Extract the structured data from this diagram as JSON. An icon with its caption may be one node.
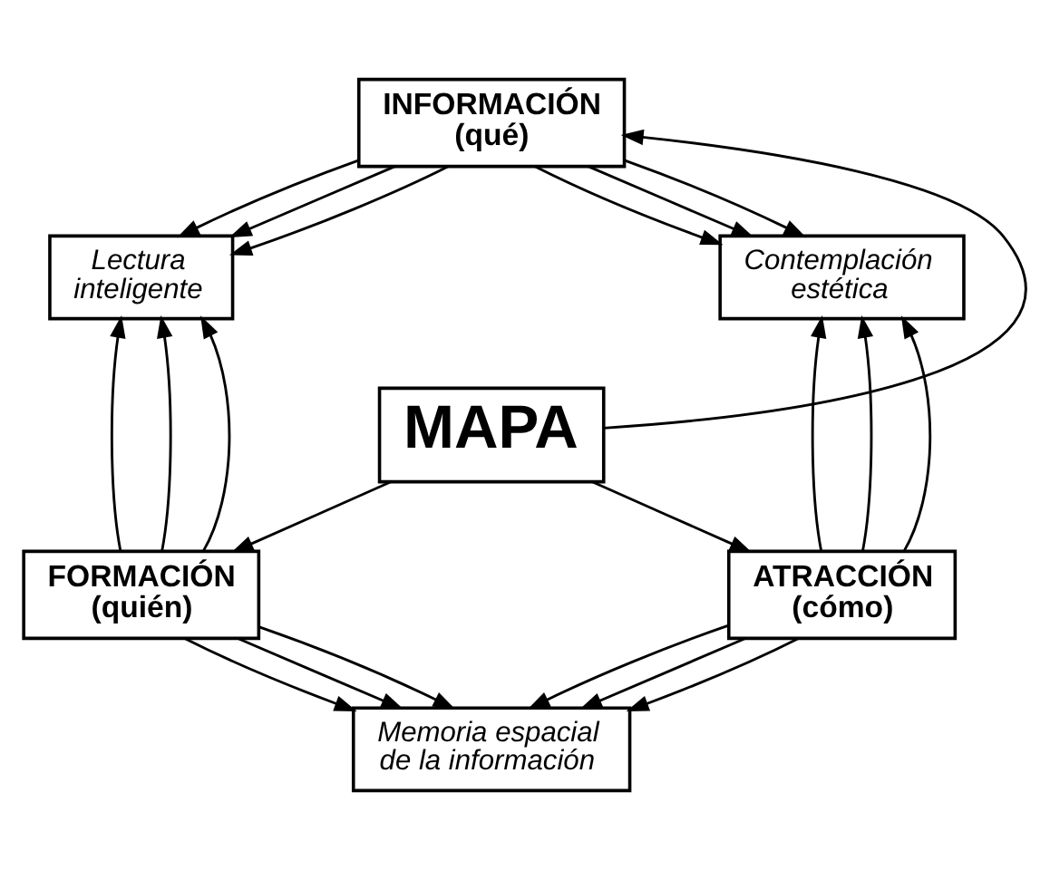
{
  "diagram": {
    "nodes": [
      {
        "text": [
          "INFORMACIÓN (qué)"
        ]
      },
      {
        "text": [
          "Lectura inteligente"
        ]
      },
      {
        "text": [
          "Contemplación estética"
        ]
      },
      {
        "text": [
          "MAPA"
        ]
      },
      {
        "text": [
          "FORMACIÓN (quién)"
        ]
      },
      {
        "text": [
          "ATRACCIÓN (cómo)"
        ]
      },
      {
        "text": [
          "Memoria espacial de la información"
        ]
      }
    ],
    "edges": [
      {
        "from": 0,
        "to": 1,
        "arrow": "to"
      },
      {
        "from": 0,
        "to": 1,
        "arrow": "to"
      },
      {
        "from": 0,
        "to": 1,
        "arrow": "to"
      },
      {
        "from": 0,
        "to": 2,
        "arrow": "to"
      },
      {
        "from": 0,
        "to": 2,
        "arrow": "to"
      },
      {
        "from": 0,
        "to": 2,
        "arrow": "to"
      },
      {
        "from": 3,
        "to": 0,
        "arrow": "to"
      },
      {
        "from": 4,
        "to": 1,
        "arrow": "to"
      },
      {
        "from": 4,
        "to": 1,
        "arrow": "to"
      },
      {
        "from": 4,
        "to": 1,
        "arrow": "to"
      },
      {
        "from": 5,
        "to": 2,
        "arrow": "to"
      },
      {
        "from": 5,
        "to": 2,
        "arrow": "to"
      },
      {
        "from": 5,
        "to": 2,
        "arrow": "to"
      },
      {
        "from": 3,
        "to": 4,
        "arrow": "to"
      },
      {
        "from": 3,
        "to": 5,
        "arrow": "to"
      },
      {
        "from": 4,
        "to": 6,
        "arrow": "to"
      },
      {
        "from": 4,
        "to": 6,
        "arrow": "to"
      },
      {
        "from": 4,
        "to": 6,
        "arrow": "to"
      },
      {
        "from": 5,
        "to": 6,
        "arrow": "to"
      },
      {
        "from": 5,
        "to": 6,
        "arrow": "to"
      },
      {
        "from": 5,
        "to": 6,
        "arrow": "to"
      }
    ]
  }
}
